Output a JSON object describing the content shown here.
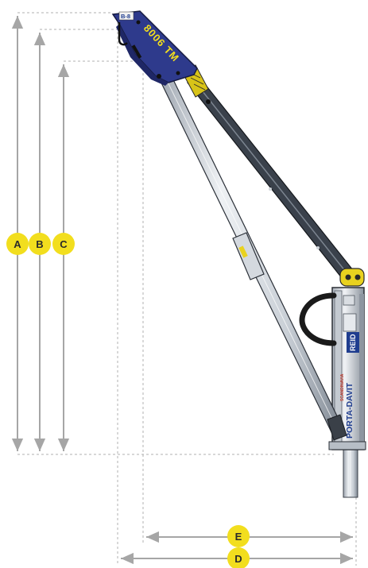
{
  "diagram": {
    "colors": {
      "dimension_line": "#a6a6a6",
      "badge_fill": "#f2de1e",
      "badge_text": "#2a2a2a",
      "arm_blue": "#2e3a8c",
      "arm_blue_dark": "#1f2766",
      "tube_light": "#e2e6ea",
      "tube_mid": "#c3c9d0",
      "tube_dark": "#6c7480",
      "outline": "#1a1d22",
      "mast_light": "#dde1e6",
      "mast_dark": "#7d8590",
      "hinge_yellow": "#e9d21f",
      "handle": "#1a1a1a"
    },
    "dimensions": [
      {
        "id": "A",
        "label": "A"
      },
      {
        "id": "B",
        "label": "B"
      },
      {
        "id": "C",
        "label": "C"
      },
      {
        "id": "E",
        "label": "E"
      },
      {
        "id": "D",
        "label": "D"
      }
    ],
    "product": {
      "arm_text": "8006 TM",
      "mast_brand": "PORTA-DAVIT",
      "mast_sub": "SCANDINAVIA",
      "mast_logo": "REID",
      "arm_tag": "B-8"
    }
  }
}
